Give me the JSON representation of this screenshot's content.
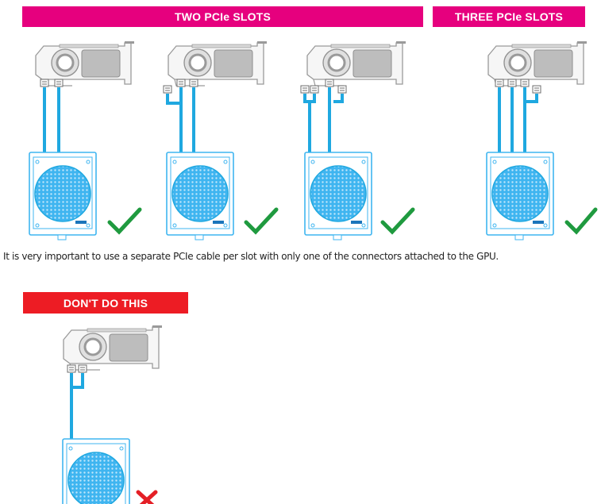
{
  "banners": {
    "two_slots": "TWO PCIe SLOTS",
    "three_slots": "THREE PCIe SLOTS",
    "dont": "DON'T DO THIS"
  },
  "note": "It is very important to use a separate PCIe cable per slot with only one of the connectors attached to the GPU.",
  "colors": {
    "magenta": "#e6007e",
    "red": "#ed1c24",
    "cable": "#1fa8e0",
    "fan": "#3fb5f0",
    "check": "#1f9a3f",
    "cross": "#e41f26"
  },
  "icons": [
    "gpu-icon",
    "psu-icon",
    "check-icon",
    "cross-icon"
  ]
}
